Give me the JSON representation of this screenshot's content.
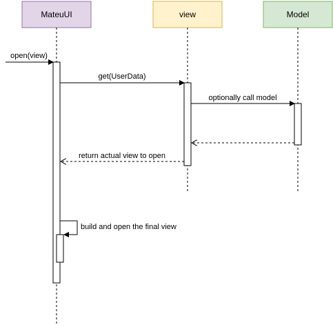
{
  "participants": [
    {
      "label": "MateuUI",
      "fill": "#e1d5e7",
      "stroke": "#9673a6"
    },
    {
      "label": "view",
      "fill": "#fff2cc",
      "stroke": "#d6b656"
    },
    {
      "label": "Model",
      "fill": "#d5e8d4",
      "stroke": "#82b366"
    }
  ],
  "messages": [
    {
      "label": "open(view)",
      "style": "solid"
    },
    {
      "label": "get(UserData)",
      "style": "solid"
    },
    {
      "label": "optionally call model",
      "style": "solid"
    },
    {
      "label": "",
      "style": "dashed"
    },
    {
      "label": "return actual view to open",
      "style": "dashed"
    },
    {
      "label": "build and open the final view",
      "style": "solid"
    }
  ]
}
